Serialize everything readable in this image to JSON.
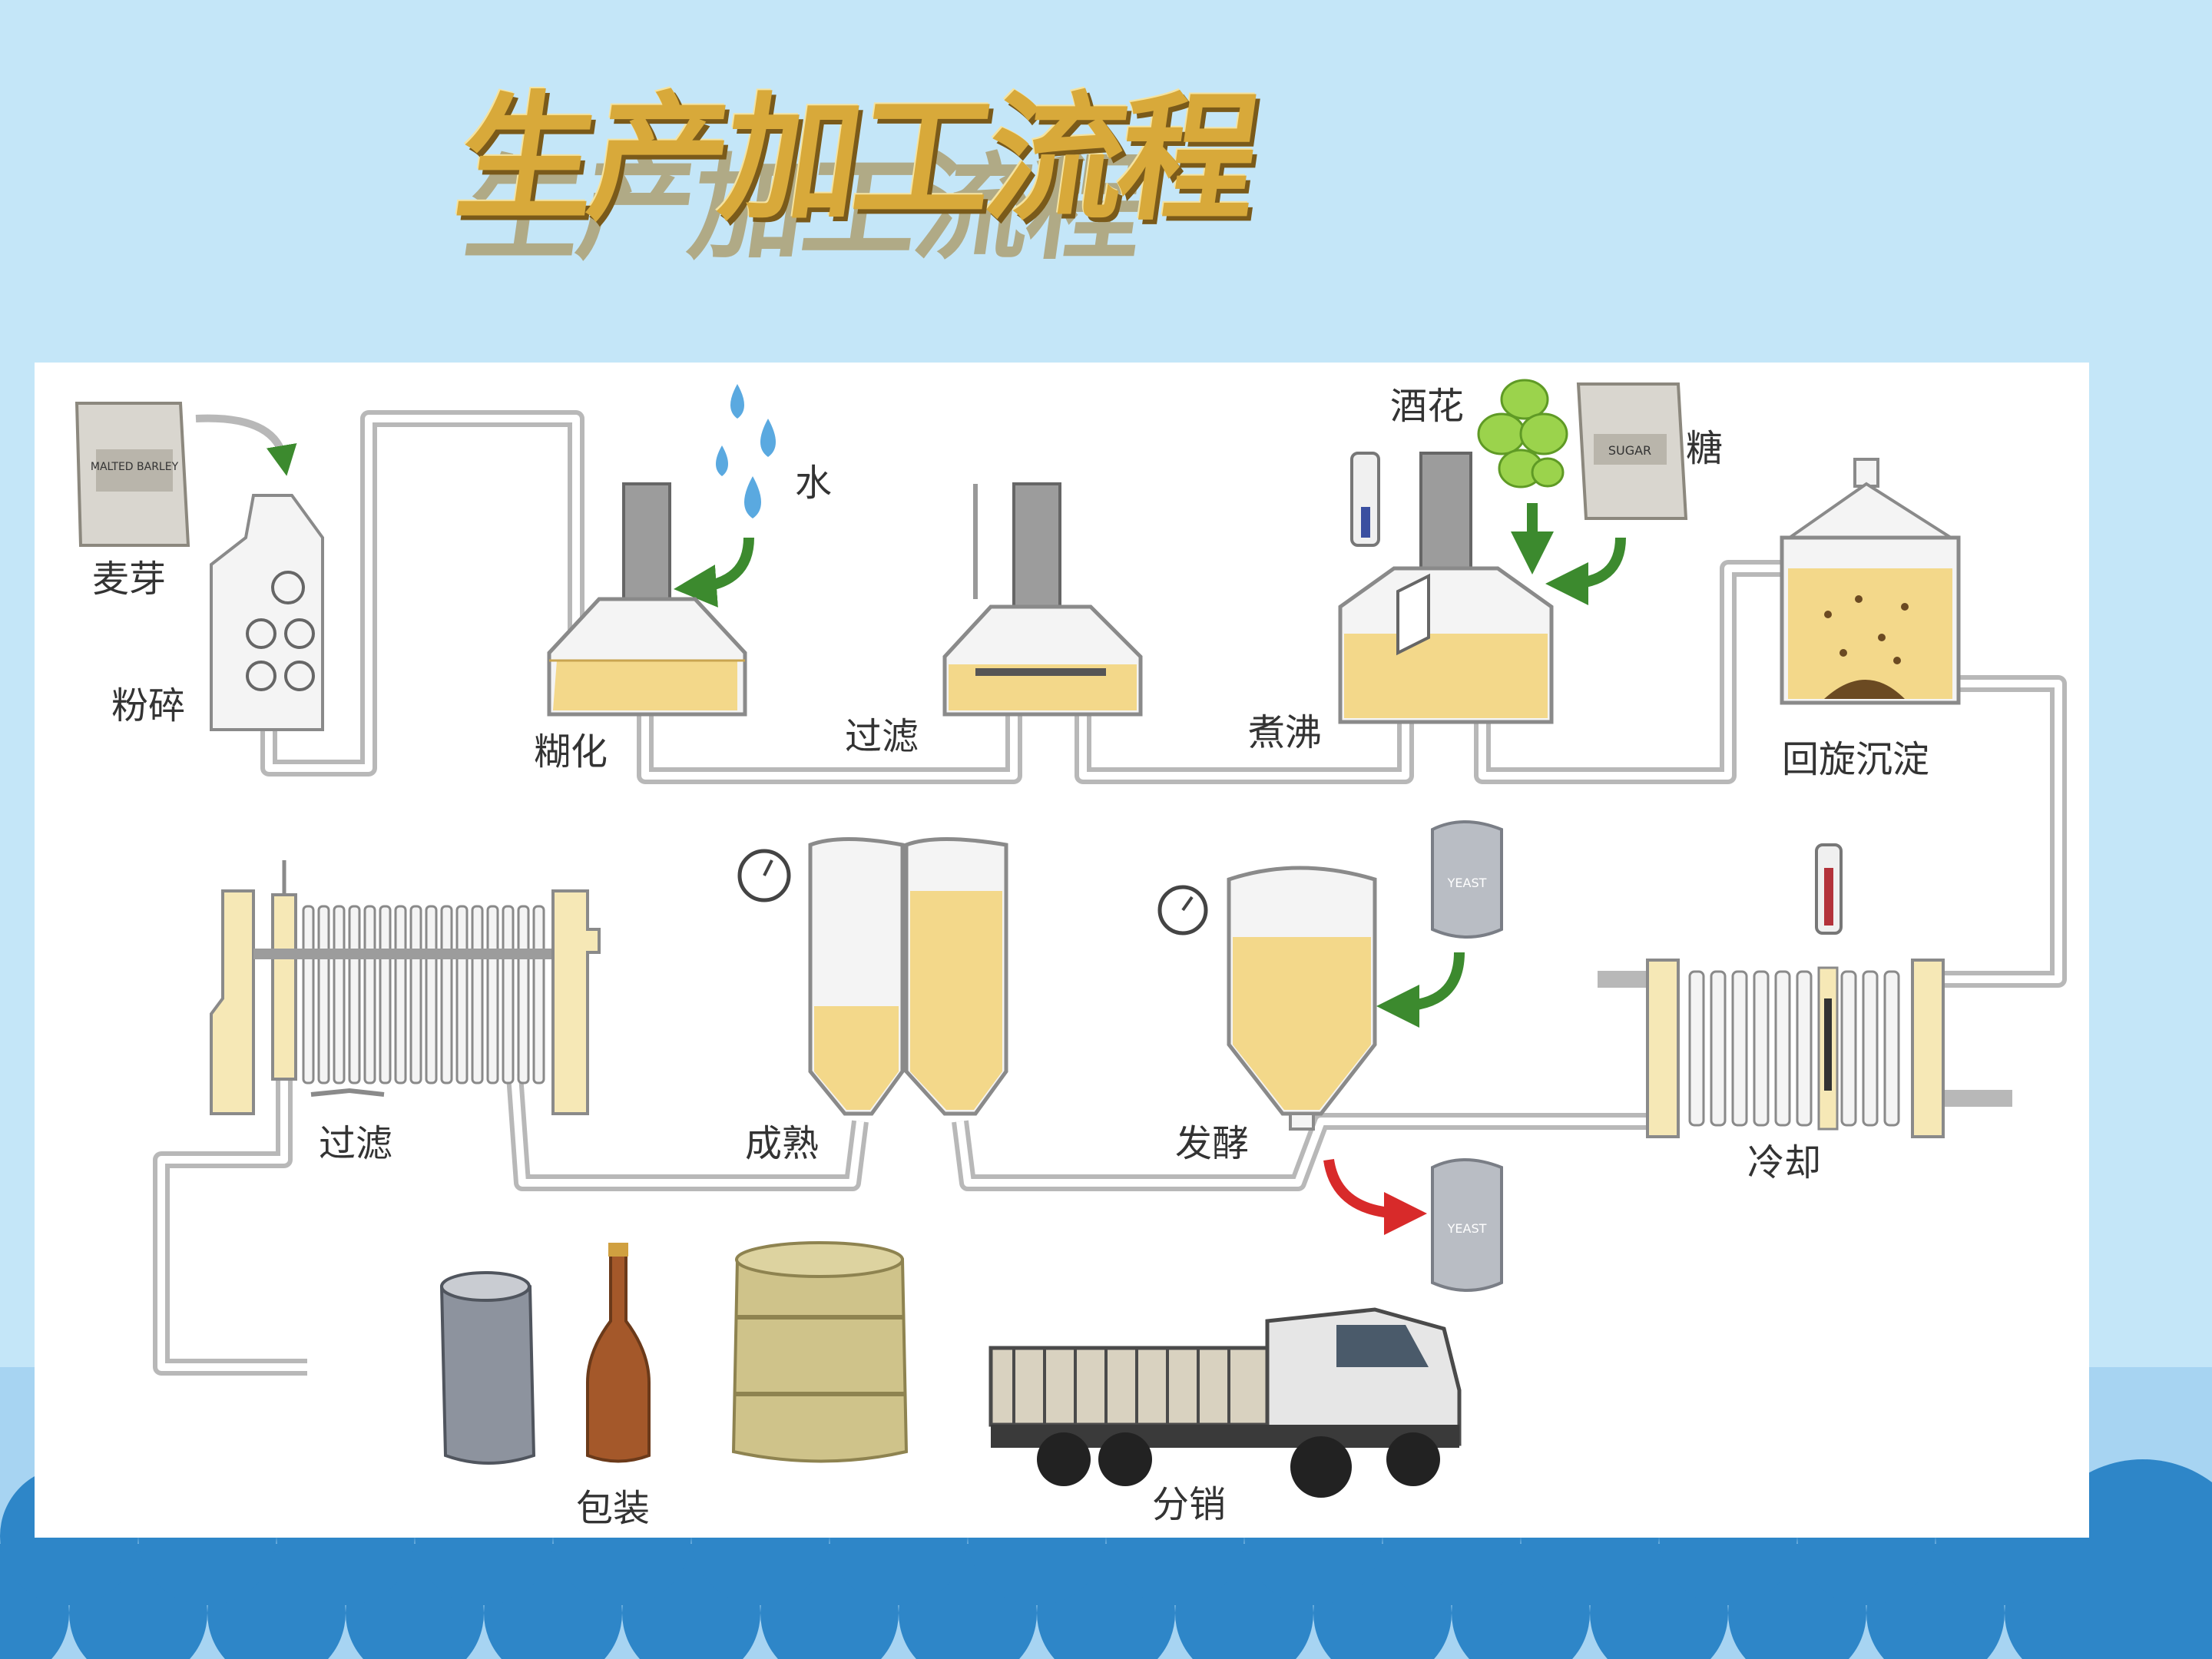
{
  "title": "生产加工流程",
  "labels": {
    "malt": "麦芽",
    "malt_bag": "MALTED BARLEY",
    "milling": "粉碎",
    "water": "水",
    "mashing": "糊化",
    "lautering": "过滤",
    "boiling": "煮沸",
    "hops": "酒花",
    "sugar": "糖",
    "sugar_bag": "SUGAR",
    "whirlpool": "回旋沉淀",
    "cooling": "冷却",
    "fermentation": "发酵",
    "maturation": "成熟",
    "filtration": "过滤",
    "yeast": "YEAST",
    "packaging": "包装",
    "distribution": "分销"
  },
  "colors": {
    "background": "#c4e6f8",
    "panel": "#ffffff",
    "liquid": "#f3d88a",
    "pipe": "#b8b8b8",
    "arrow_green": "#3c8a2e",
    "arrow_red": "#d82a2a",
    "wave": "#2e86c8"
  }
}
